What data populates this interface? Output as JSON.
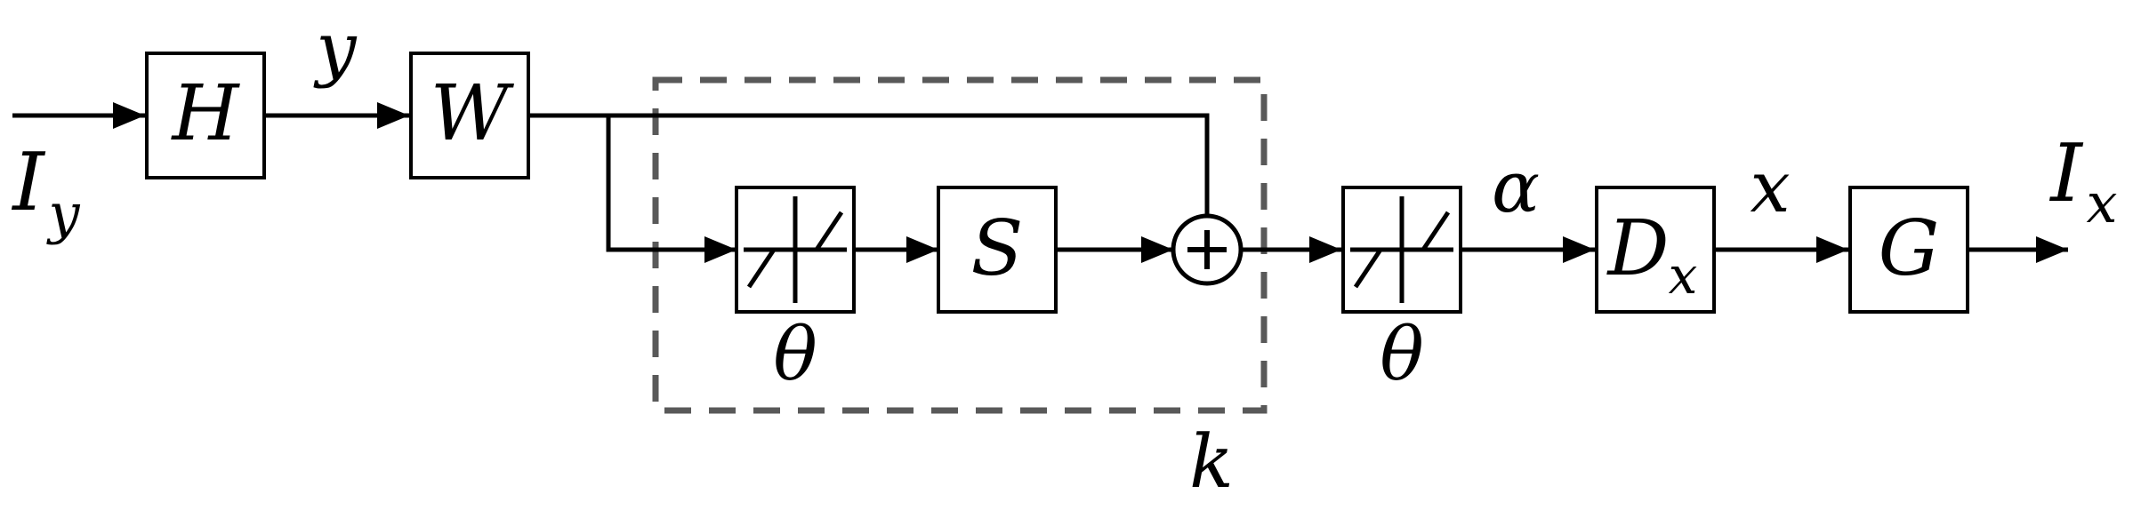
{
  "labels": {
    "input": "I",
    "input_sub": "y",
    "signal_y": "y",
    "block_h": "H",
    "block_w": "W",
    "block_s": "S",
    "threshold_param_1": "θ",
    "threshold_param_2": "θ",
    "loop_count": "k",
    "signal_alpha": "α",
    "block_d": "D",
    "block_d_sub": "x",
    "signal_x": "x",
    "block_g": "G",
    "output": "I",
    "output_sub": "x"
  },
  "colors": {
    "line": "#000000",
    "loop_border": "#595959",
    "background": "#ffffff"
  },
  "icons": {
    "threshold": "soft-threshold-icon",
    "adder": "summing-junction-icon"
  }
}
